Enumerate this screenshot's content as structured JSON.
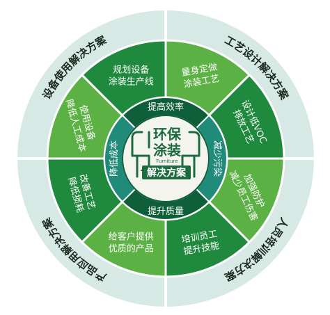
{
  "center": {
    "title_line1": "环保",
    "title_line2": "涂装",
    "furniture": "Furniture",
    "subtitle": "解决方案"
  },
  "outer_ring": [
    {
      "label": "设备使用解决方案"
    },
    {
      "label": "工艺设计解决方案"
    },
    {
      "label": "人员培训解决方案"
    },
    {
      "label": "产品应用解决方案"
    }
  ],
  "segments": [
    {
      "lines": [
        "量身定做",
        "涂装工艺"
      ]
    },
    {
      "lines": [
        "设计低VOC",
        "排放工艺"
      ]
    },
    {
      "lines": [
        "加强防护",
        "减少员工伤害"
      ]
    },
    {
      "lines": [
        "培训员工",
        "提升技能"
      ]
    },
    {
      "lines": [
        "给客户提供",
        "优质的产品"
      ]
    },
    {
      "lines": [
        "改善工艺",
        "降低损耗"
      ]
    },
    {
      "lines": [
        "使用设备",
        "降低人工成本"
      ]
    },
    {
      "lines": [
        "规划设备",
        "涂装生产线"
      ]
    }
  ],
  "inner_ring": [
    {
      "label": "提高效率"
    },
    {
      "label": "减少污染"
    },
    {
      "label": "提升质量"
    },
    {
      "label": "降低成本"
    }
  ],
  "colors": {
    "outer_ring": "#d7e9e4",
    "segment_light": "#5cb144",
    "segment_dark": "#1f8a3d",
    "inner_ring_dark": "#0f5e3a",
    "inner_ring_teal": "#1f8b78",
    "center_bg": "#f4f4ef",
    "center_text": "#1d6a3f"
  }
}
